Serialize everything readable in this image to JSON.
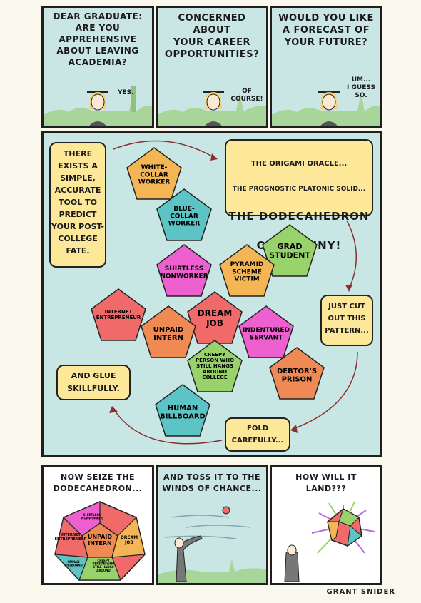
{
  "panels": {
    "p1": {
      "caption": "DEAR GRADUATE:\nARE YOU APPREHENSIVE\nABOUT LEAVING\nACADEMIA?",
      "speech": "YES."
    },
    "p2": {
      "caption": "CONCERNED ABOUT\nYOUR CAREER\nOPPORTUNITIES?",
      "speech": "OF COURSE!"
    },
    "p3": {
      "caption": "WOULD YOU LIKE\nA FORECAST OF\nYOUR FUTURE?",
      "speech": "UM...\nI GUESS SO."
    }
  },
  "main": {
    "intro_box": "THERE\nEXISTS A\nSIMPLE,\nACCURATE\nTOOL TO\nPREDICT\nYOUR POST-\nCOLLEGE\nFATE.",
    "oracle_line1": "THE ORIGAMI ORACLE...",
    "oracle_line2": "THE PROGNOSTIC PLATONIC SOLID...",
    "oracle_line3": "THE DODECAHEDRON",
    "oracle_line4": "OF DESTINY!",
    "cut_box": "JUST CUT\nOUT THIS\nPATTERN...",
    "glue_box": "AND GLUE\nSKILLFULLY.",
    "fold_box": "FOLD\nCAREFULLY..."
  },
  "faces": [
    {
      "label": "WHITE-\nCOLLAR\nWORKER",
      "color": "#f4b654"
    },
    {
      "label": "BLUE-\nCOLLAR\nWORKER",
      "color": "#5cc4c4"
    },
    {
      "label": "GRAD\nSTUDENT",
      "color": "#97d36a"
    },
    {
      "label": "PYRAMID\nSCHEME\nVICTIM",
      "color": "#f4b654"
    },
    {
      "label": "SHIRTLESS\nNONWORKER",
      "color": "#ee5fd0"
    },
    {
      "label": "DREAM\nJOB",
      "color": "#f06a6a"
    },
    {
      "label": "INTERNET\nENTREPRENEUR",
      "color": "#f06a6a"
    },
    {
      "label": "UNPAID\nINTERN",
      "color": "#f08a55"
    },
    {
      "label": "INDENTURED\nSERVANT",
      "color": "#ee5fd0"
    },
    {
      "label": "CREEPY\nPERSON WHO\nSTILL HANGS\nAROUND\nCOLLEGE",
      "color": "#97d36a"
    },
    {
      "label": "DEBTOR'S\nPRISON",
      "color": "#f08a55"
    },
    {
      "label": "HUMAN\nBILLBOARD",
      "color": "#5cc4c4"
    }
  ],
  "bottom": {
    "p4": "NOW SEIZE THE\nDODECAHEDRON...",
    "p5": "AND TOSS IT TO THE\nWINDS OF CHANCE...",
    "p6": "HOW WILL IT\nLAND???",
    "ball_face_center": "UNPAID\nINTERN",
    "ball_face_left": "INTERNET\nENTREPRENEUR",
    "ball_face_right": "DREAM\nJOB",
    "ball_face_top": "SHIRTLESS\nNONWORKER",
    "ball_face_bl": "HUMAN\nBILLBOARD",
    "ball_face_br": "CREEPY\nPERSON WHO\nSTILL HANGS\nAROUND"
  },
  "signature": "GRANT SNIDER"
}
